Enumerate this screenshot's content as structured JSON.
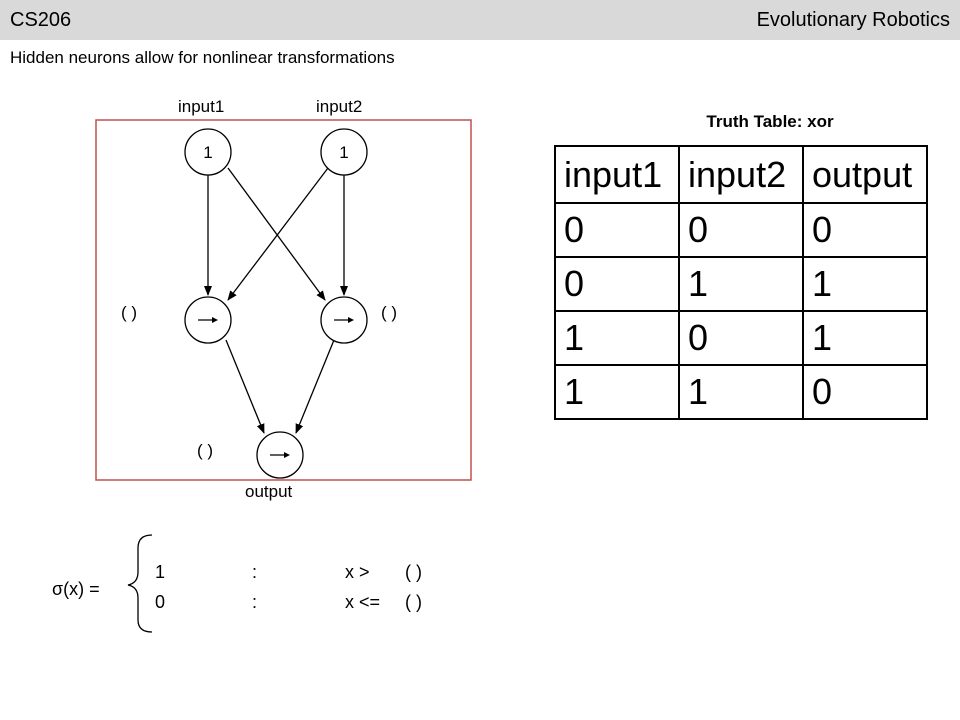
{
  "header": {
    "course": "CS206",
    "topic": "Evolutionary Robotics"
  },
  "subtitle": "Hidden neurons allow for nonlinear transformations",
  "network": {
    "input1_label": "input1",
    "input2_label": "input2",
    "input1_value": "1",
    "input2_value": "1",
    "hidden_left_threshold": "(    )",
    "hidden_right_threshold": "(    )",
    "output_threshold": "(    )",
    "output_label": "output",
    "neuron_icon": "right-arrow-icon"
  },
  "truth_table": {
    "title": "Truth Table: xor",
    "headers": [
      "input1",
      "input2",
      "output"
    ],
    "rows": [
      [
        "0",
        "0",
        "0"
      ],
      [
        "0",
        "1",
        "1"
      ],
      [
        "1",
        "0",
        "1"
      ],
      [
        "1",
        "1",
        "0"
      ]
    ]
  },
  "sigma": {
    "lhs": "σ(x) =",
    "case1_value": "1",
    "case1_colon": ":",
    "case1_cond": "x >",
    "case1_param": "(    )",
    "case2_value": "0",
    "case2_colon": ":",
    "case2_cond": "x <=",
    "case2_param": "(    )"
  },
  "colors": {
    "header_bg": "#d9d9d9",
    "frame": "#c0504d"
  }
}
